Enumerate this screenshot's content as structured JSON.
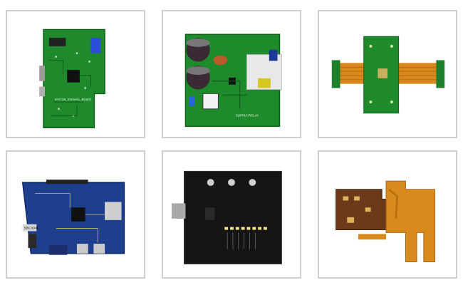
{
  "gallery": {
    "items": [
      {
        "name": "green-rigid-pcb",
        "silk_text": "SAC18_Generic_Board"
      },
      {
        "name": "power-supply-pcba",
        "silk_text": "SUPPLY-RELAY"
      },
      {
        "name": "rigid-flex-pcb",
        "silk_text": ""
      },
      {
        "name": "blue-embedded-board",
        "silk_text": "SBC3040"
      },
      {
        "name": "black-control-board",
        "silk_text": ""
      },
      {
        "name": "flex-circuit",
        "silk_text": ""
      }
    ]
  },
  "colors": {
    "tile_border": "#cfcfcf",
    "pcb_green": "#1f8a2e",
    "pcb_blue": "#1d3f8f",
    "pcb_black": "#151515",
    "flex_orange": "#d98a1f"
  }
}
